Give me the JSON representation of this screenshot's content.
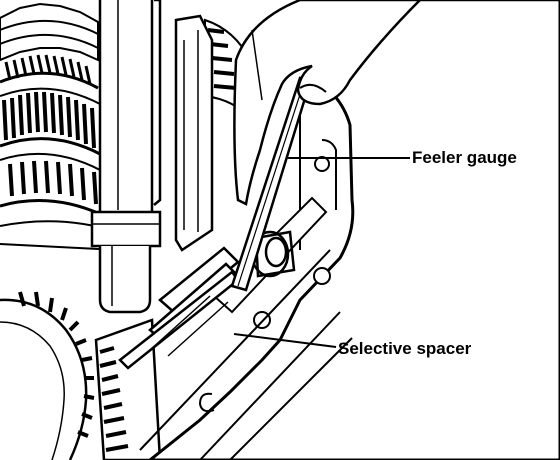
{
  "callouts": [
    {
      "id": "feeler-gauge",
      "text": "Feeler gauge"
    },
    {
      "id": "selective-spacer",
      "text": "Selective spacer"
    }
  ],
  "colors": {
    "ink": "#000000",
    "paper": "#ffffff"
  }
}
